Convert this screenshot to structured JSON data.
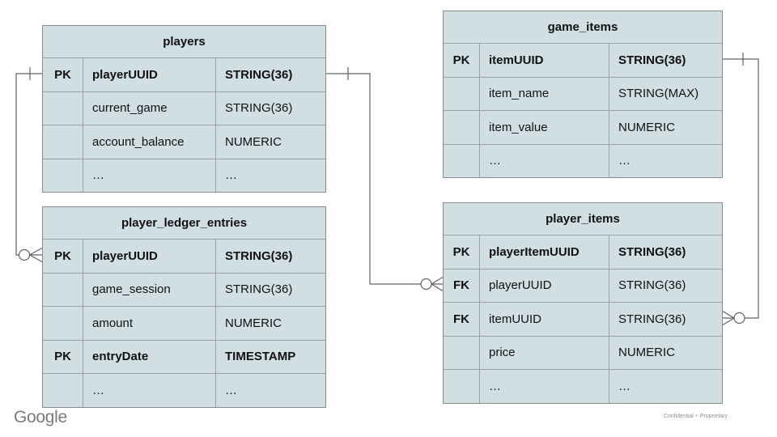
{
  "colors": {
    "table_fill": "#d2dfe2",
    "table_border_outer": "#878d8e",
    "table_border_inner": "#9aa3a5",
    "connector": "#5e6364",
    "text": "#111111"
  },
  "tables": [
    {
      "id": "players",
      "title": "players",
      "rows": [
        {
          "key": "PK",
          "name": "playerUUID",
          "type": "STRING(36)",
          "bold": true
        },
        {
          "key": "",
          "name": "current_game",
          "type": "STRING(36)",
          "bold": false
        },
        {
          "key": "",
          "name": "account_balance",
          "type": "NUMERIC",
          "bold": false
        },
        {
          "key": "",
          "name": "…",
          "type": "…",
          "bold": false
        }
      ]
    },
    {
      "id": "game_items",
      "title": "game_items",
      "rows": [
        {
          "key": "PK",
          "name": "itemUUID",
          "type": "STRING(36)",
          "bold": true
        },
        {
          "key": "",
          "name": "item_name",
          "type": "STRING(MAX)",
          "bold": false
        },
        {
          "key": "",
          "name": "item_value",
          "type": "NUMERIC",
          "bold": false
        },
        {
          "key": "",
          "name": "…",
          "type": "…",
          "bold": false
        }
      ]
    },
    {
      "id": "player_ledger_entries",
      "title": "player_ledger_entries",
      "rows": [
        {
          "key": "PK",
          "name": "playerUUID",
          "type": "STRING(36)",
          "bold": true
        },
        {
          "key": "",
          "name": "game_session",
          "type": "STRING(36)",
          "bold": false
        },
        {
          "key": "",
          "name": "amount",
          "type": "NUMERIC",
          "bold": false
        },
        {
          "key": "PK",
          "name": "entryDate",
          "type": "TIMESTAMP",
          "bold": true
        },
        {
          "key": "",
          "name": "…",
          "type": "…",
          "bold": false
        }
      ]
    },
    {
      "id": "player_items",
      "title": "player_items",
      "rows": [
        {
          "key": "PK",
          "name": "playerItemUUID",
          "type": "STRING(36)",
          "bold": true
        },
        {
          "key": "FK",
          "name": "playerUUID",
          "type": "STRING(36)",
          "bold": false
        },
        {
          "key": "FK",
          "name": "itemUUID",
          "type": "STRING(36)",
          "bold": false
        },
        {
          "key": "",
          "name": "price",
          "type": "NUMERIC",
          "bold": false
        },
        {
          "key": "",
          "name": "…",
          "type": "…",
          "bold": false
        }
      ]
    }
  ],
  "relationships": [
    {
      "from": "players.playerUUID",
      "to": "player_ledger_entries.playerUUID",
      "from_cardinality": "one",
      "to_cardinality": "zero-or-many"
    },
    {
      "from": "players.playerUUID",
      "to": "player_items.playerUUID",
      "from_cardinality": "one",
      "to_cardinality": "zero-or-many"
    },
    {
      "from": "game_items.itemUUID",
      "to": "player_items.itemUUID",
      "from_cardinality": "one",
      "to_cardinality": "zero-or-many"
    }
  ],
  "footer": {
    "logo": "Google",
    "note": "Confidential + Proprietary"
  }
}
